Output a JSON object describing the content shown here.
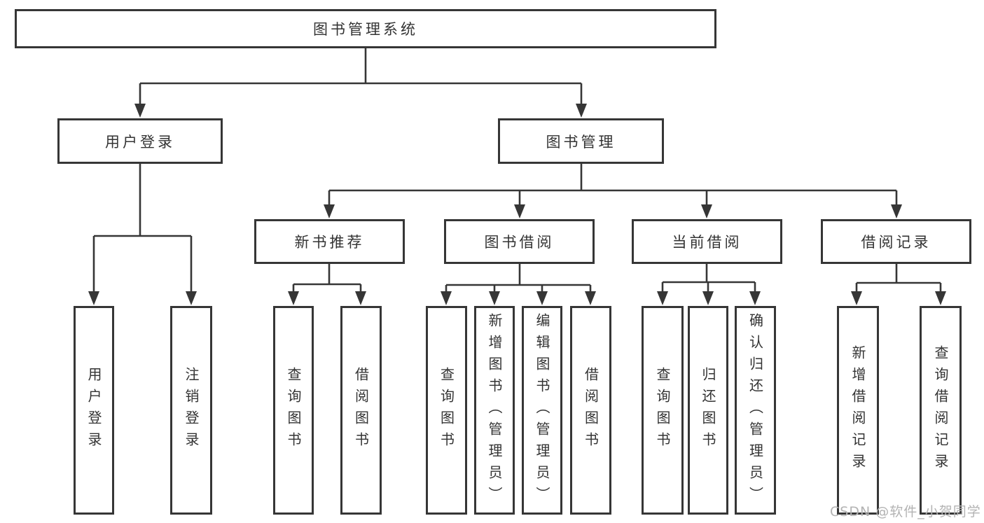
{
  "colors": {
    "line": "#363636",
    "text": "#333333",
    "background": "#ffffff",
    "watermark": "#b3b3b3"
  },
  "diagram": {
    "title": "图书管理系统",
    "branches": [
      {
        "label": "用户登录",
        "children": [
          {
            "label": "用户登录"
          },
          {
            "label": "注销登录"
          }
        ]
      },
      {
        "label": "图书管理",
        "children": [
          {
            "label": "新书推荐",
            "children": [
              {
                "label": "查询图书"
              },
              {
                "label": "借阅图书"
              }
            ]
          },
          {
            "label": "图书借阅",
            "children": [
              {
                "label": "查询图书"
              },
              {
                "label": "新增图书（管理员）"
              },
              {
                "label": "编辑图书（管理员）"
              },
              {
                "label": "借阅图书"
              }
            ]
          },
          {
            "label": "当前借阅",
            "children": [
              {
                "label": "查询图书"
              },
              {
                "label": "归还图书"
              },
              {
                "label": "确认归还（管理员）"
              }
            ]
          },
          {
            "label": "借阅记录",
            "children": [
              {
                "label": "新增借阅记录"
              },
              {
                "label": "查询借阅记录"
              }
            ]
          }
        ]
      }
    ]
  },
  "watermark": {
    "text": "CSDN @软件_小贺同学"
  }
}
